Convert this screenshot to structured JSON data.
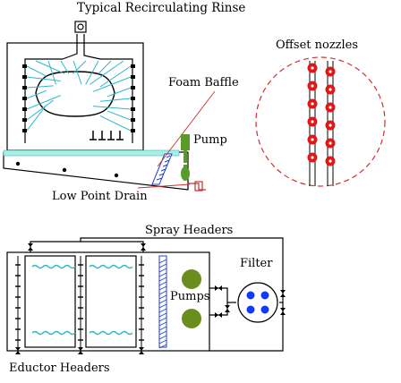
{
  "labels": {
    "title": "Typical Recirculating Rinse",
    "offset_nozzles": "Offset nozzles",
    "foam_baffle": "Foam Baffle",
    "pump": "Pump",
    "low_point_drain": "Low Point Drain",
    "spray_headers": "Spray Headers",
    "filter": "Filter",
    "pumps": "Pumps",
    "eductor_headers": "Eductor Headers"
  },
  "colors": {
    "line": "#000000",
    "spray": "#2fb8c8",
    "water": "#a8f0e0",
    "nozzle": "#e01818",
    "dash_circle": "#d03030",
    "pump": "#5a9a28",
    "pump_round": "#6a8e1e",
    "filter_dot": "#1038ff",
    "baffle": "#2040d0"
  },
  "icons": [
    "pump-icon",
    "filter-icon",
    "nozzle-icon",
    "valve-icon"
  ]
}
